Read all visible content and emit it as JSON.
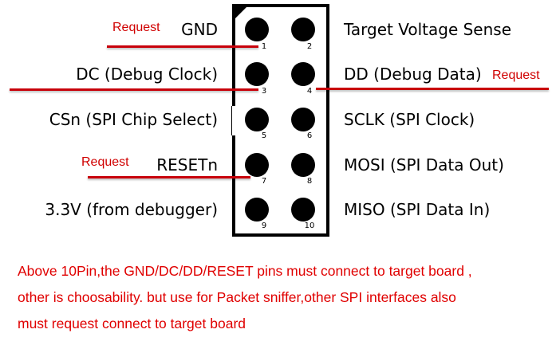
{
  "pins_left": [
    {
      "number": "1",
      "label": "GND"
    },
    {
      "number": "3",
      "label": "DC (Debug Clock)"
    },
    {
      "number": "5",
      "label": "CSn (SPI Chip Select)"
    },
    {
      "number": "7",
      "label": "RESETn"
    },
    {
      "number": "9",
      "label": "3.3V (from debugger)"
    }
  ],
  "pins_right": [
    {
      "number": "2",
      "label": "Target Voltage Sense"
    },
    {
      "number": "4",
      "label": "DD (Debug Data)"
    },
    {
      "number": "6",
      "label": "SCLK (SPI Clock)"
    },
    {
      "number": "8",
      "label": "MOSI (SPI Data Out)"
    },
    {
      "number": "10",
      "label": "MISO (SPI Data In)"
    }
  ],
  "request_label": "Request",
  "note_lines": [
    "Above 10Pin,the GND/DC/DD/RESET pins must connect to target board ,",
    "other is choosability. but use for Packet sniffer,other SPI interfaces also",
    "must request connect to target board"
  ],
  "colors": {
    "annotation": "#d00000",
    "pin": "#000000"
  }
}
